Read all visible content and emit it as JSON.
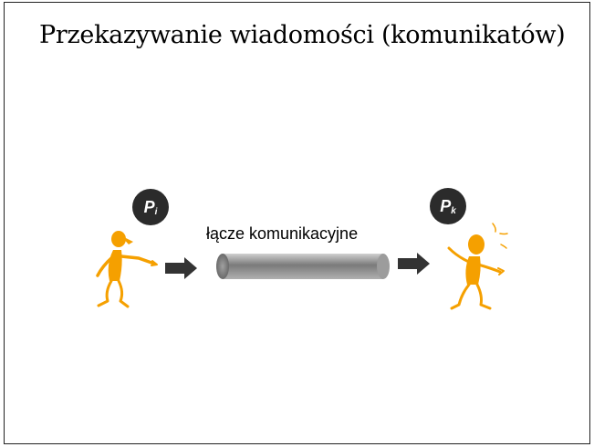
{
  "slide": {
    "title": "Przekazywanie wiadomości (komunikatów)"
  },
  "diagram": {
    "sender": {
      "label": "P",
      "subscript": "i"
    },
    "receiver": {
      "label": "P",
      "subscript": "k"
    },
    "channel_label": "łącze komunikacyjne",
    "colors": {
      "figure": "#f5a000",
      "badge": "#2b2b2b",
      "arrow": "#333333",
      "channel": "#8a8a8a"
    },
    "icons": [
      "pointing-person-icon",
      "arrow-right-icon",
      "pipe-icon",
      "surprised-person-icon"
    ]
  }
}
